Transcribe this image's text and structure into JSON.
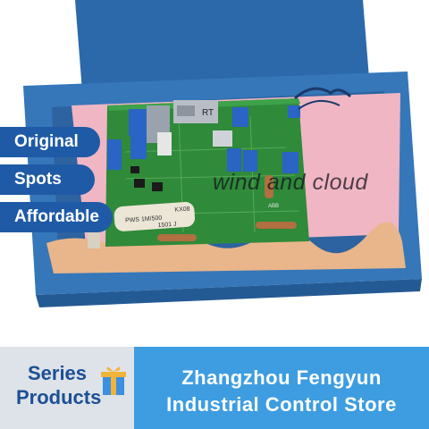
{
  "badges": {
    "original": "Original",
    "spots": "Spots",
    "affordable": "Affordable"
  },
  "watermark": "wind and cloud",
  "product_labels": {
    "relay": "RT",
    "resistor_line1": "PWS 1M/500",
    "resistor_line2": "1501 J",
    "resistor_line3": "KX08",
    "brand": "ABB"
  },
  "banner": {
    "series_line1": "Series",
    "series_line2": "Products",
    "store_line1": "Zhangzhou Fengyun",
    "store_line2": "Industrial Control Store"
  },
  "icons": {
    "gift": "gift-box-icon"
  },
  "colors": {
    "badge_blue": "#1f5aa6",
    "banner_blue": "#3d9de0",
    "banner_gray": "#dde3e8",
    "box_blue": "#2f6fb0",
    "board_green": "#2f8a3a",
    "foam": "#e9b58a"
  }
}
